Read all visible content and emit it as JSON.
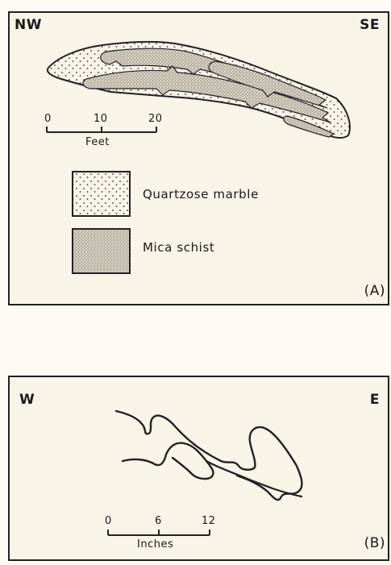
{
  "panel_a": {
    "orientation_left": "NW",
    "orientation_right": "SE",
    "panel_label": "(A)",
    "scale": {
      "ticks": [
        "0",
        "10",
        "20"
      ],
      "unit": "Feet"
    },
    "legend": [
      {
        "label": "Quartzose marble",
        "pattern": "sparse-dots"
      },
      {
        "label": "Mica schist",
        "pattern": "dense-stipple"
      }
    ]
  },
  "panel_b": {
    "orientation_left": "W",
    "orientation_right": "E",
    "panel_label": "(B)",
    "scale": {
      "ticks": [
        "0",
        "6",
        "12"
      ],
      "unit": "Inches"
    }
  },
  "colors": {
    "ink": "#222222",
    "paper": "#f7f4e8"
  }
}
